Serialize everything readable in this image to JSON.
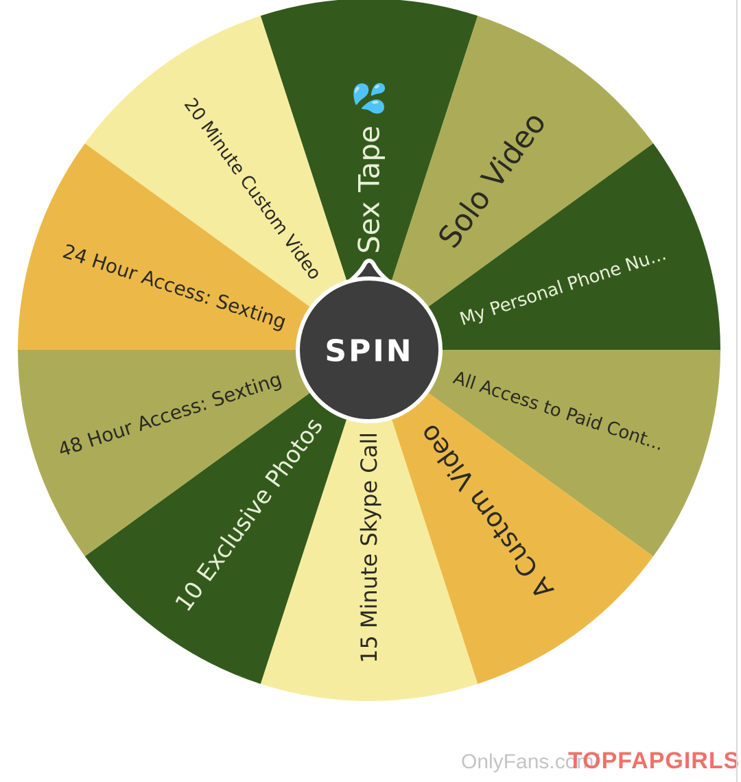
{
  "wheel": {
    "segments": [
      {
        "label": "Sex Tape 💦",
        "color": "#335a1c",
        "text_color": "#e9eed9"
      },
      {
        "label": "Solo Video",
        "color": "#acac58",
        "text_color": "#2a2a22"
      },
      {
        "label": "My Personal Phone Nu...",
        "color": "#335a1c",
        "text_color": "#e9eed9"
      },
      {
        "label": "All Access to Paid Cont...",
        "color": "#acac58",
        "text_color": "#2a2a22"
      },
      {
        "label": "A Custom Video",
        "color": "#ecb948",
        "text_color": "#2a2a22"
      },
      {
        "label": "15 Minute Skype Call",
        "color": "#f6eca0",
        "text_color": "#2a2a22"
      },
      {
        "label": "10 Exclusive Photos",
        "color": "#335a1c",
        "text_color": "#e9eed9"
      },
      {
        "label": "48 Hour Access: Sexting",
        "color": "#acac58",
        "text_color": "#2a2a22"
      },
      {
        "label": "24 Hour Access: Sexting",
        "color": "#ecb948",
        "text_color": "#2a2a22"
      },
      {
        "label": "20 Minute Custom Video",
        "color": "#f6eca0",
        "text_color": "#2a2a22"
      }
    ],
    "spin_button": {
      "label": "SPIN",
      "color": "#3d3d3d",
      "text_color": "#ffffff"
    }
  },
  "watermark": {
    "text": "OnlyFans.com/",
    "brand": "TOPFAPGIRLS"
  }
}
